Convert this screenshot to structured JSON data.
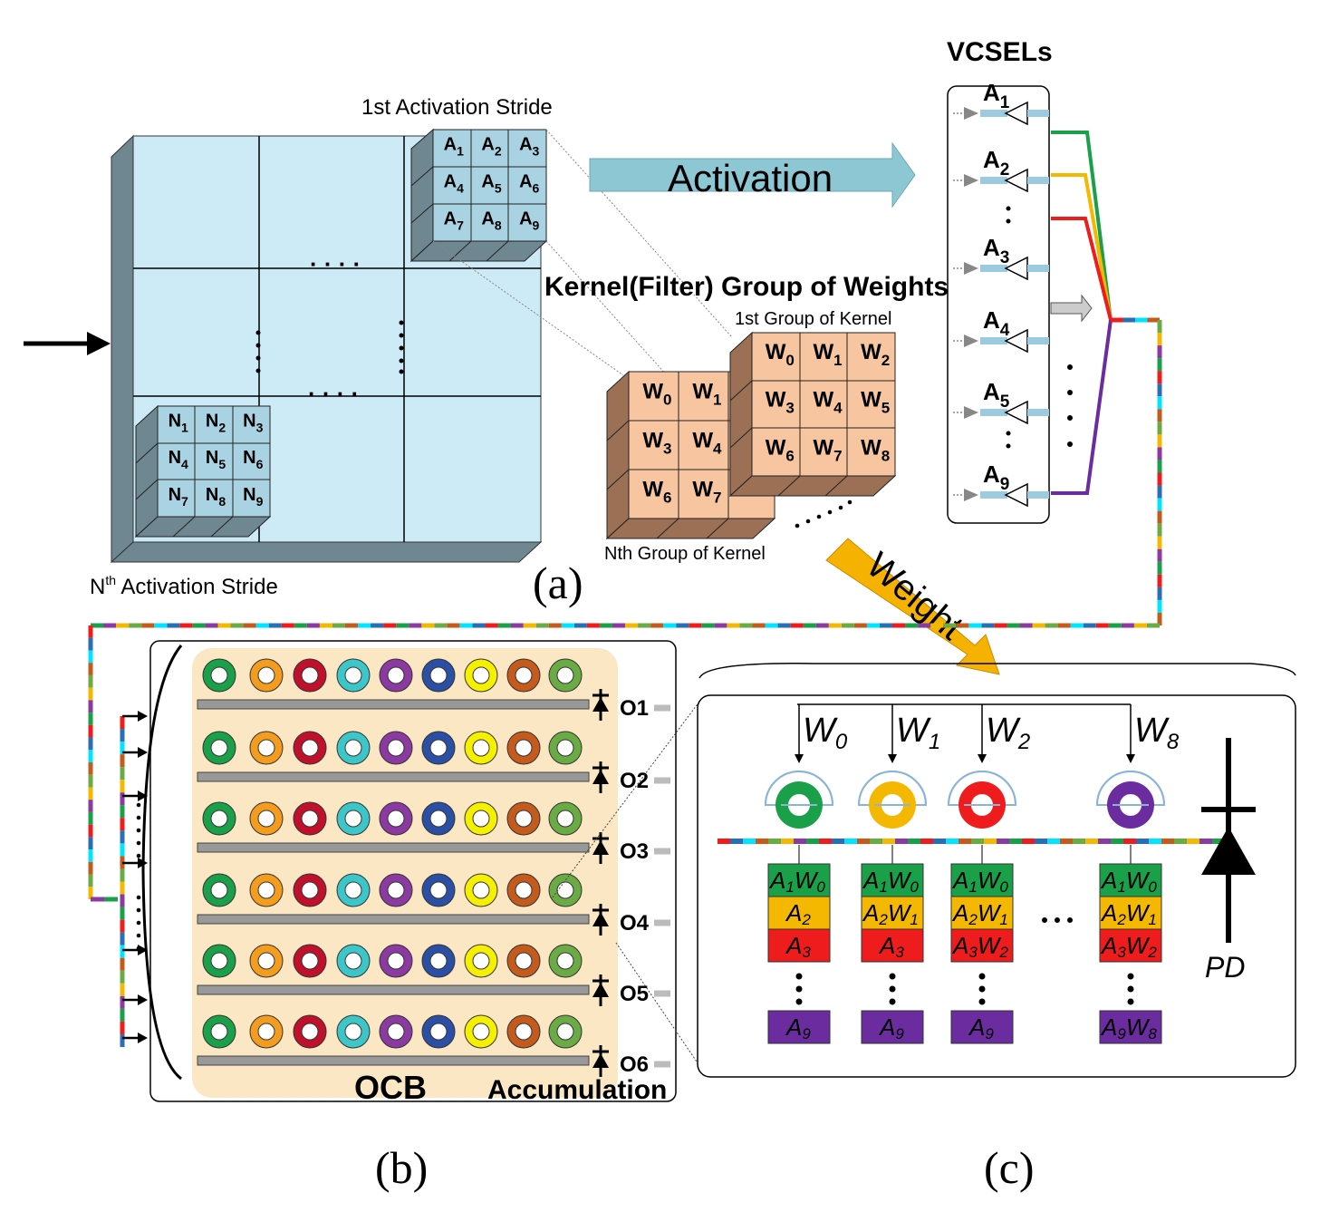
{
  "panel_a": {
    "first_stride_label": "1st Activation Stride",
    "nth_stride_prefix": "N",
    "nth_stride_sup": "th",
    "nth_stride_suffix": " Activation Stride",
    "activation_label": "Activation",
    "kernel_group_title": "Kernel(Filter) Group of Weights",
    "first_kernel_label": "1st Group of Kernel",
    "nth_kernel_label": "Nth Group of Kernel",
    "weight_label": "Weight",
    "vcsel_title": "VCSELs",
    "caption": "(a)",
    "activation_cube": [
      {
        "b": "A",
        "s": "1"
      },
      {
        "b": "A",
        "s": "2"
      },
      {
        "b": "A",
        "s": "3"
      },
      {
        "b": "A",
        "s": "4"
      },
      {
        "b": "A",
        "s": "5"
      },
      {
        "b": "A",
        "s": "6"
      },
      {
        "b": "A",
        "s": "7"
      },
      {
        "b": "A",
        "s": "8"
      },
      {
        "b": "A",
        "s": "9"
      }
    ],
    "nth_cube": [
      {
        "b": "N",
        "s": "1"
      },
      {
        "b": "N",
        "s": "2"
      },
      {
        "b": "N",
        "s": "3"
      },
      {
        "b": "N",
        "s": "4"
      },
      {
        "b": "N",
        "s": "5"
      },
      {
        "b": "N",
        "s": "6"
      },
      {
        "b": "N",
        "s": "7"
      },
      {
        "b": "N",
        "s": "8"
      },
      {
        "b": "N",
        "s": "9"
      }
    ],
    "kernel_front": [
      {
        "b": "W",
        "s": "0"
      },
      {
        "b": "W",
        "s": "1"
      },
      {
        "b": "W",
        "s": "2"
      },
      {
        "b": "W",
        "s": "3"
      },
      {
        "b": "W",
        "s": "4"
      },
      {
        "b": "W",
        "s": "5"
      },
      {
        "b": "W",
        "s": "6"
      },
      {
        "b": "W",
        "s": "7"
      },
      {
        "b": "W",
        "s": "8"
      }
    ],
    "kernel_back": [
      {
        "b": "W",
        "s": "0"
      },
      {
        "b": "W",
        "s": "1"
      },
      {
        "b": "W",
        "s": "3"
      },
      {
        "b": "W",
        "s": "4"
      },
      {
        "b": "W",
        "s": "6"
      },
      {
        "b": "W",
        "s": "7"
      }
    ],
    "vcsel_labels": [
      {
        "b": "A",
        "s": "1"
      },
      {
        "b": "A",
        "s": "2"
      },
      {
        "b": "A",
        "s": "3"
      },
      {
        "b": "A",
        "s": "4"
      },
      {
        "b": "A",
        "s": "5"
      },
      {
        "b": "A",
        "s": "9"
      }
    ],
    "vcsel_wire_colors": [
      "#1aa049",
      "#f5b800",
      "#ee1c1c",
      "#6a2c9e"
    ]
  },
  "panel_b": {
    "ocb_label": "OCB",
    "accumulation_label": "Accumulation",
    "caption": "(b)",
    "outputs": [
      "O1",
      "O2",
      "O3",
      "O4",
      "O5",
      "O6"
    ],
    "ring_colors": [
      "#1aa049",
      "#f39c1e",
      "#c0102b",
      "#3cc6c8",
      "#8a3aa0",
      "#2a4fa5",
      "#f5f000",
      "#c45a1c",
      "#6bab45"
    ]
  },
  "panel_c": {
    "caption": "(c)",
    "pd_label": "PD",
    "columns": [
      {
        "w": {
          "b": "W",
          "s": "0"
        },
        "ring": "#1aa049",
        "cells": [
          {
            "b1": "A",
            "s1": "1",
            "b2": "W",
            "s2": "0"
          },
          {
            "b1": "A",
            "s1": "2",
            "b2": "",
            "s2": ""
          },
          {
            "b1": "A",
            "s1": "3",
            "b2": "",
            "s2": ""
          },
          {
            "b1": "A",
            "s1": "9",
            "b2": "",
            "s2": ""
          }
        ]
      },
      {
        "w": {
          "b": "W",
          "s": "1"
        },
        "ring": "#f5b800",
        "cells": [
          {
            "b1": "A",
            "s1": "1",
            "b2": "W",
            "s2": "0"
          },
          {
            "b1": "A",
            "s1": "2",
            "b2": "W",
            "s2": "1"
          },
          {
            "b1": "A",
            "s1": "3",
            "b2": "",
            "s2": ""
          },
          {
            "b1": "A",
            "s1": "9",
            "b2": "",
            "s2": ""
          }
        ]
      },
      {
        "w": {
          "b": "W",
          "s": "2"
        },
        "ring": "#ee1c1c",
        "cells": [
          {
            "b1": "A",
            "s1": "1",
            "b2": "W",
            "s2": "0"
          },
          {
            "b1": "A",
            "s1": "2",
            "b2": "W",
            "s2": "1"
          },
          {
            "b1": "A",
            "s1": "3",
            "b2": "W",
            "s2": "2"
          },
          {
            "b1": "A",
            "s1": "9",
            "b2": "",
            "s2": ""
          }
        ]
      },
      {
        "w": {
          "b": "W",
          "s": "8"
        },
        "ring": "#6a2c9e",
        "cells": [
          {
            "b1": "A",
            "s1": "1",
            "b2": "W",
            "s2": "0"
          },
          {
            "b1": "A",
            "s1": "2",
            "b2": "W",
            "s2": "1"
          },
          {
            "b1": "A",
            "s1": "3",
            "b2": "W",
            "s2": "2"
          },
          {
            "b1": "A",
            "s1": "9",
            "b2": "W",
            "s2": "8"
          }
        ]
      }
    ],
    "cell_colors": [
      "#1aa049",
      "#f5b800",
      "#ee1c1c",
      "#6a2c9e"
    ]
  },
  "bus_colors": [
    "#ee1c1c",
    "#2a6fb5",
    "#00e5ff",
    "#c45a1c",
    "#6bab45",
    "#f5b800",
    "#8a3aa0",
    "#1aa049"
  ]
}
